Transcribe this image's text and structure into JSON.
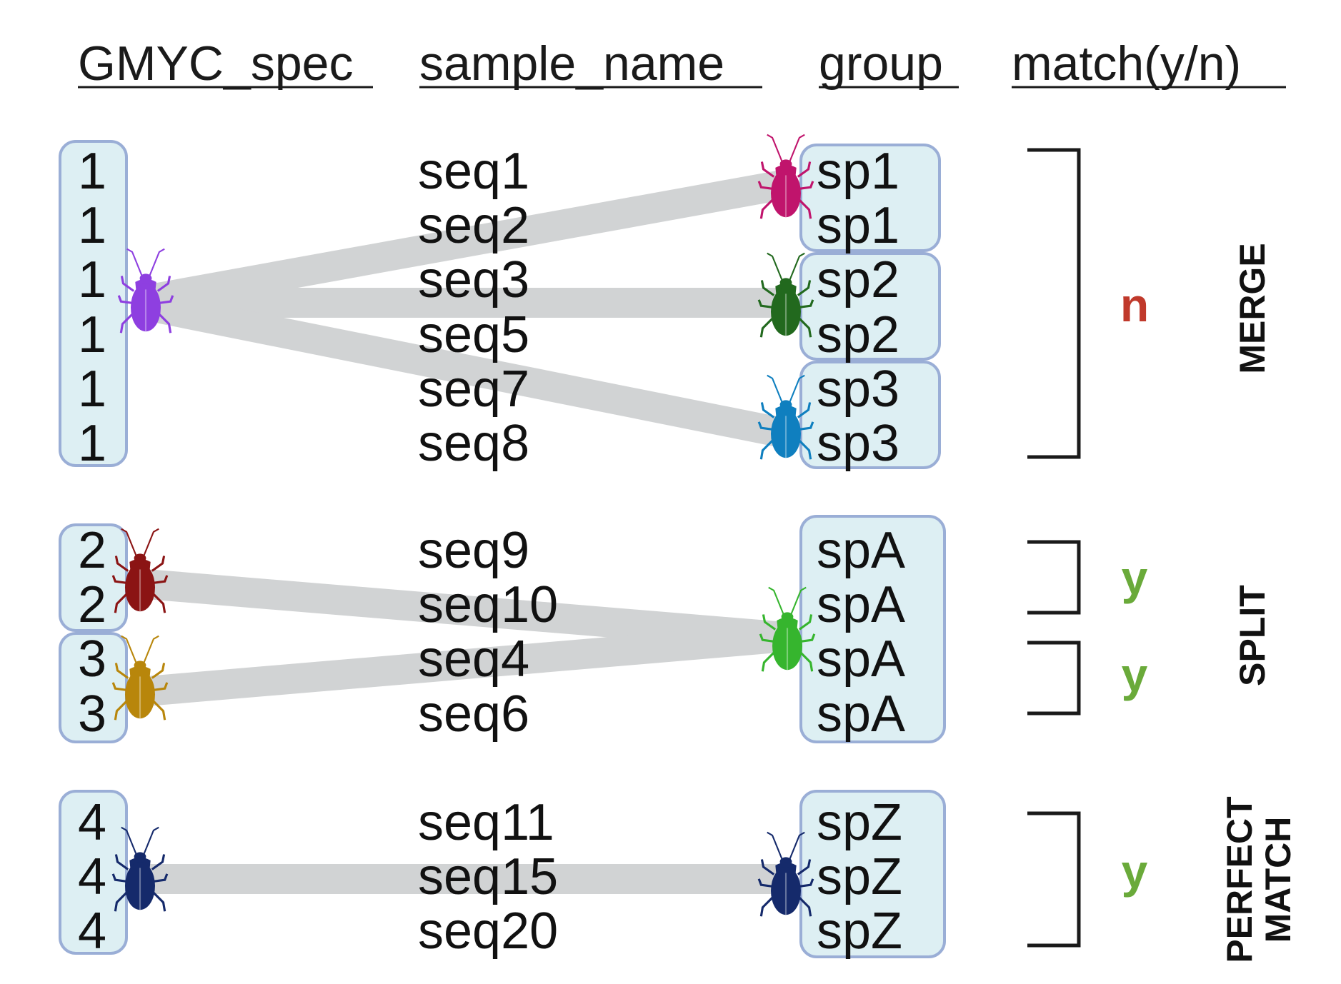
{
  "headers": {
    "gmyc": "GMYC_spec",
    "sample": "sample_name",
    "group": "group",
    "match": "match(y/n)"
  },
  "colors": {
    "box_fill": "#ddeff3",
    "box_border": "#9aaed6",
    "link": "#d1d3d4",
    "no": "#c0392b",
    "yes": "#6aaa3a",
    "beetle_gmyc_1": "#8e3fe0",
    "beetle_gmyc_2": "#8b1414",
    "beetle_gmyc_3": "#b8860b",
    "beetle_gmyc_4": "#152a6b",
    "beetle_sp1": "#c0146c",
    "beetle_sp2": "#22691e",
    "beetle_sp3": "#0f7fbf",
    "beetle_spA": "#36b52e",
    "beetle_spZ": "#152a6b"
  },
  "blocks": [
    {
      "gmyc": [
        "1",
        "1",
        "1",
        "1",
        "1",
        "1"
      ],
      "samples": [
        "seq1",
        "seq2",
        "seq3",
        "seq5",
        "seq7",
        "seq8"
      ],
      "groups": [
        "sp1",
        "sp1",
        "sp2",
        "sp2",
        "sp3",
        "sp3"
      ],
      "matches": [
        "n"
      ],
      "label": [
        "MERGE"
      ]
    },
    {
      "gmyc": [
        "2",
        "2",
        "3",
        "3"
      ],
      "samples": [
        "seq9",
        "seq10",
        "seq4",
        "seq6"
      ],
      "groups": [
        "spA",
        "spA",
        "spA",
        "spA"
      ],
      "matches": [
        "y",
        "y"
      ],
      "label": [
        "SPLIT"
      ]
    },
    {
      "gmyc": [
        "4",
        "4",
        "4"
      ],
      "samples": [
        "seq11",
        "seq15",
        "seq20"
      ],
      "groups": [
        "spZ",
        "spZ",
        "spZ"
      ],
      "matches": [
        "y"
      ],
      "label": [
        "PERFECT",
        "MATCH"
      ]
    }
  ]
}
